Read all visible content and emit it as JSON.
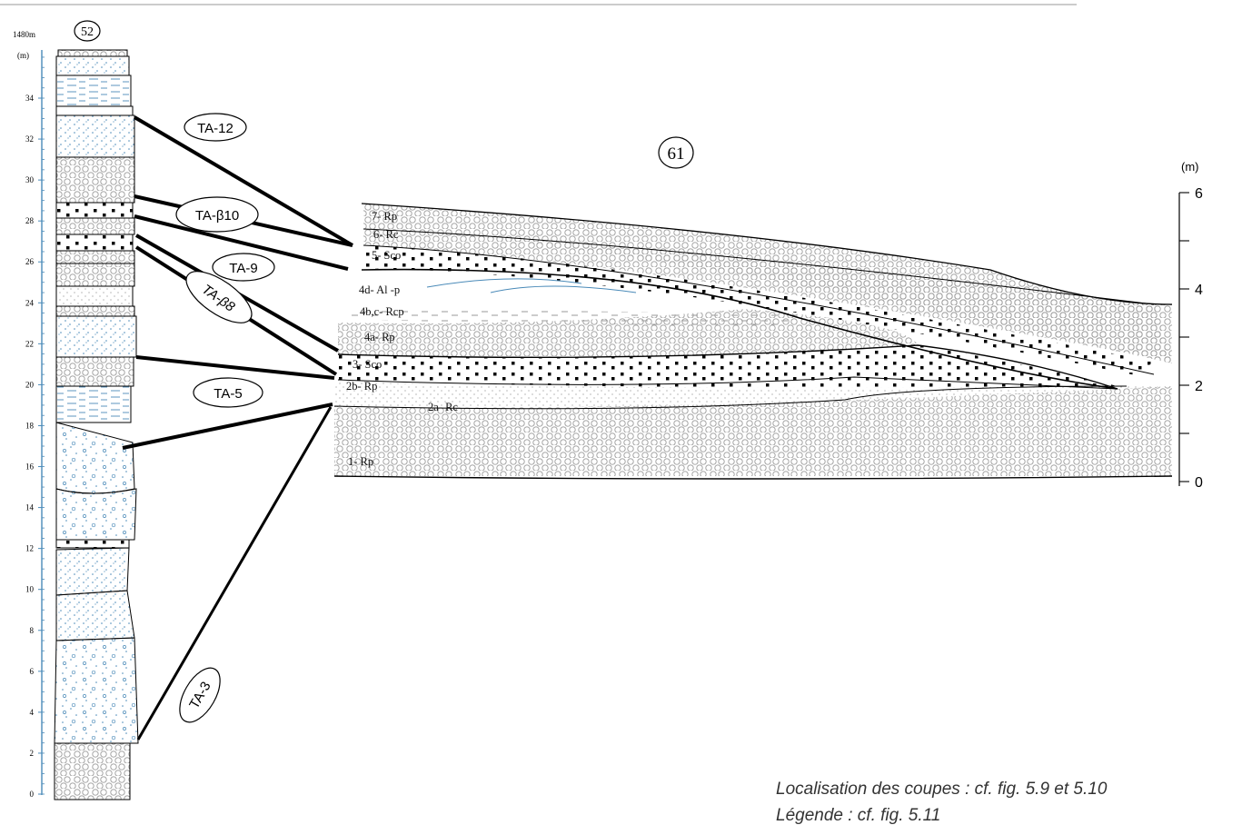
{
  "left_section": {
    "id": "52",
    "altitude": "1480m",
    "unit": "(m)",
    "ticks": [
      "34",
      "32",
      "30",
      "28",
      "26",
      "24",
      "22",
      "20",
      "18",
      "16",
      "14",
      "12",
      "10",
      "8",
      "6",
      "4",
      "2",
      "0"
    ]
  },
  "right_section": {
    "id": "61",
    "unit": "(m)",
    "ticks": [
      "6",
      "4",
      "2",
      "0"
    ],
    "layers": [
      "7- Rp",
      "6- Rc",
      "5- Sco",
      "4d- Al -p",
      "4b,c- Rcp",
      "4a- Rp",
      "3- Sco",
      "2b- Rp",
      "2a- Rc",
      "1- Rp"
    ]
  },
  "correlations": [
    "TA-12",
    "TA-β10",
    "TA-9",
    "TA-β8",
    "TA-5",
    "TA-3"
  ],
  "notes": {
    "line1": "Localisation des coupes : cf. fig. 5.9 et 5.10",
    "line2": "Légende : cf. fig. 5.11"
  },
  "colors": {
    "line": "#000000",
    "blue": "#4a8ab8",
    "grey": "#9a9a9a"
  }
}
